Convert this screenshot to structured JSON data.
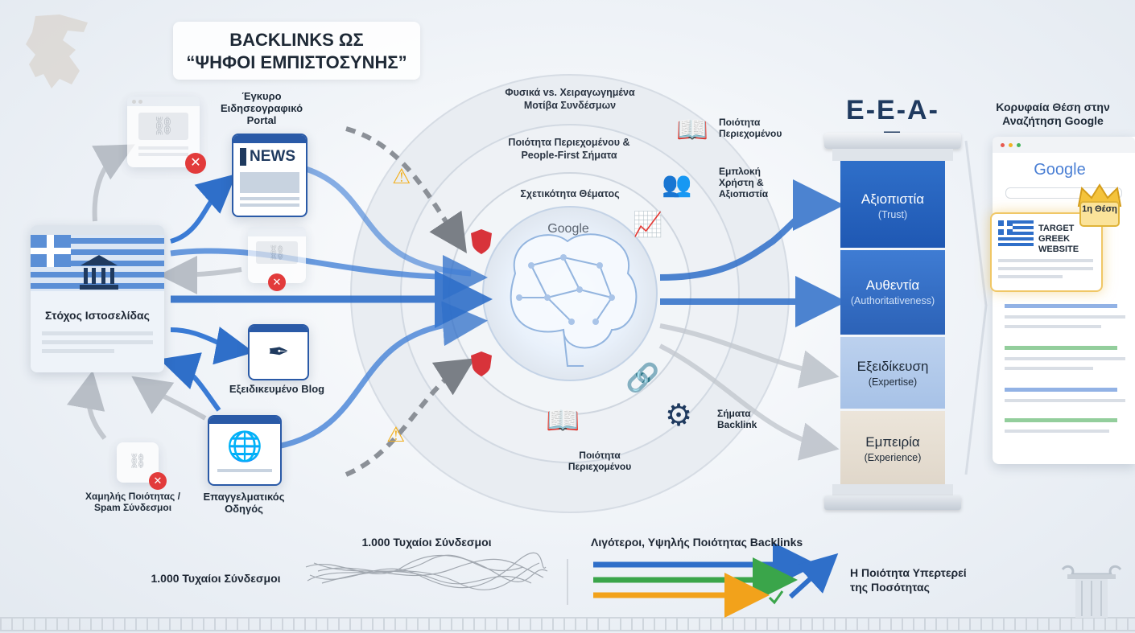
{
  "title": {
    "line1": "BACKLINKS ΩΣ",
    "line2": "“ΨΗΦΟΙ ΕΜΠΙΣΤΟΣΥΝΗΣ”"
  },
  "sources": {
    "target": "Στόχος Ιστοσελίδας",
    "news_portal": "Έγκυρο Ειδησεογραφικό Portal",
    "news_badge": "NEWS",
    "blog": "Εξειδικευμένο Blog",
    "guide": "Επαγγελματικός Οδηγός",
    "spam": "Χαμηλής Ποιότητας / Spam Σύνδεσμοι"
  },
  "rings": {
    "outer": "Φυσικά vs. Χειραγωγημένα Μοτίβα Συνδέσμων",
    "middle": "Ποιότητα Περιεχομένου & People-First Σήματα",
    "inner": "Σχετικότητα Θέματος",
    "center_logo": "Google"
  },
  "signals": {
    "content_quality_top": "Ποιότητα Περιεχομένου",
    "engagement": "Εμπλοκή Χρήστη & Αξιοπιστία",
    "content_quality_bottom": "Ποιότητα Περιεχομένου",
    "backlink_signals": "Σήματα Backlink"
  },
  "eeat": {
    "heading": "E-E-A-T",
    "trust": {
      "title": "Αξιοπιστία",
      "sub": "(Trust)"
    },
    "authority": {
      "title": "Αυθεντία",
      "sub": "(Authoritativeness)"
    },
    "expertise": {
      "title": "Εξειδίκευση",
      "sub": "(Expertise)"
    },
    "experience": {
      "title": "Εμπειρία",
      "sub": "(Experience)"
    }
  },
  "serp": {
    "heading": "Κορυφαία Θέση στην Αναζήτηση Google",
    "logo": "Google",
    "badge": "1η Θέση",
    "result": "TARGET GREEK WEBSITE"
  },
  "bottom": {
    "random_links_top": "1.000 Τυχαίοι Σύνδεσμοι",
    "random_links_left": "1.000 Τυχαίοι Σύνδεσμοι",
    "fewer_quality": "Λιγότεροι, Υψηλής Ποιότητας Backlinks",
    "quality_over_quantity": "Η Ποιότητα Υπερτερεί της Ποσότητας"
  },
  "colors": {
    "blue": "#2f6fc9",
    "dark_blue": "#1f58b3",
    "green": "#3aa54a",
    "orange": "#f2a21b",
    "red": "#e23b3b"
  }
}
